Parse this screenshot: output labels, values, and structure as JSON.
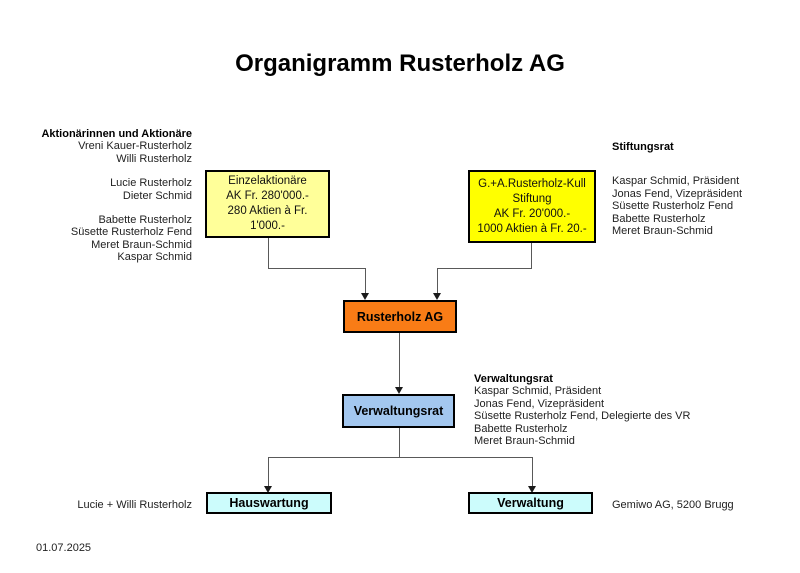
{
  "title": "Organigramm Rusterholz AG",
  "date": "01.07.2025",
  "shareholders": {
    "heading": "Aktionärinnen und Aktionäre",
    "groups": [
      [
        "Vreni Kauer-Rusterholz",
        "Willi Rusterholz"
      ],
      [
        "Lucie Rusterholz",
        "Dieter Schmid"
      ],
      [
        "Babette Rusterholz",
        "Süsette Rusterholz Fend",
        "Meret Braun-Schmid",
        "Kaspar Schmid"
      ]
    ]
  },
  "stiftungsrat": {
    "heading": "Stiftungsrat",
    "members": [
      "Kaspar Schmid, Präsident",
      "Jonas Fend, Vizepräsident",
      "Süsette Rusterholz Fend",
      "Babette Rusterholz",
      "Meret Braun-Schmid"
    ]
  },
  "verwaltungsrat_list": {
    "heading": "Verwaltungsrat",
    "members": [
      "Kaspar Schmid, Präsident",
      "Jonas Fend, Vizepräsident",
      "Süsette Rusterholz Fend, Delegierte des VR",
      "Babette Rusterholz",
      "Meret Braun-Schmid"
    ]
  },
  "boxes": {
    "einzelaktionaere": {
      "lines": [
        "Einzelaktionäre",
        "AK Fr. 280'000.-",
        "280 Aktien à Fr.",
        "1'000.-"
      ],
      "fill": "#FFFF99"
    },
    "stiftung": {
      "lines": [
        "G.+A.Rusterholz-Kull",
        "Stiftung",
        "AK Fr. 20'000.-",
        "1000 Aktien à Fr. 20.-"
      ],
      "fill": "#FFFF00"
    },
    "rusterholz_ag": {
      "label": "Rusterholz AG",
      "fill": "#F97C16"
    },
    "verwaltungsrat": {
      "label": "Verwaltungsrat",
      "fill": "#A3C7EF"
    },
    "hauswartung": {
      "label": "Hauswartung",
      "fill": "#CCFCFC"
    },
    "verwaltung": {
      "label": "Verwaltung",
      "fill": "#CCFCFC"
    }
  },
  "annotations": {
    "hauswartung_left": "Lucie + Willi Rusterholz",
    "verwaltung_right": "Gemiwo AG, 5200 Brugg"
  }
}
